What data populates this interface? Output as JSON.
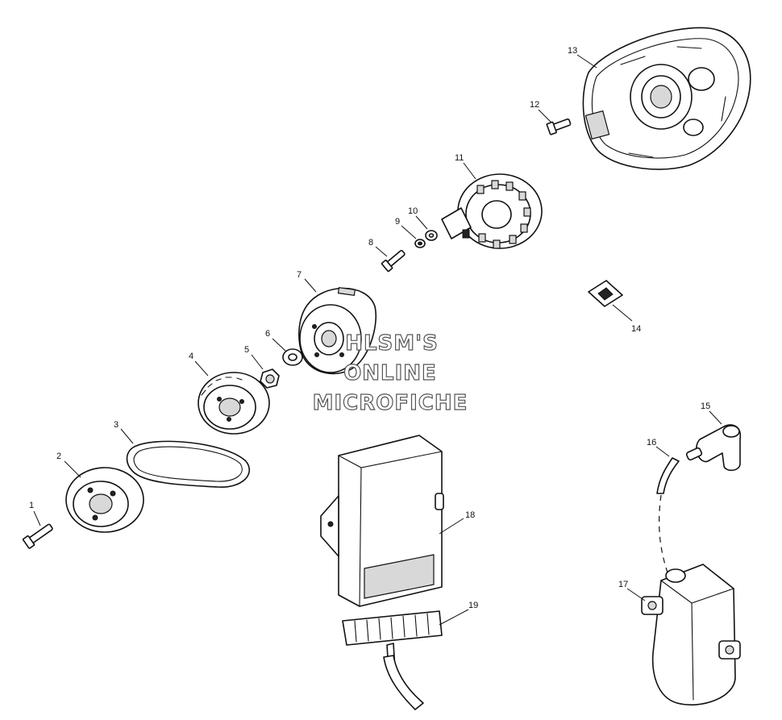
{
  "callouts": [
    "1",
    "2",
    "3",
    "4",
    "5",
    "6",
    "7",
    "8",
    "9",
    "10",
    "11",
    "12",
    "13",
    "14",
    "15",
    "16",
    "17",
    "18",
    "19"
  ],
  "watermark": {
    "line1": "HLSM'S",
    "line2": "ONLINE",
    "line3": "MICROFICHE"
  }
}
